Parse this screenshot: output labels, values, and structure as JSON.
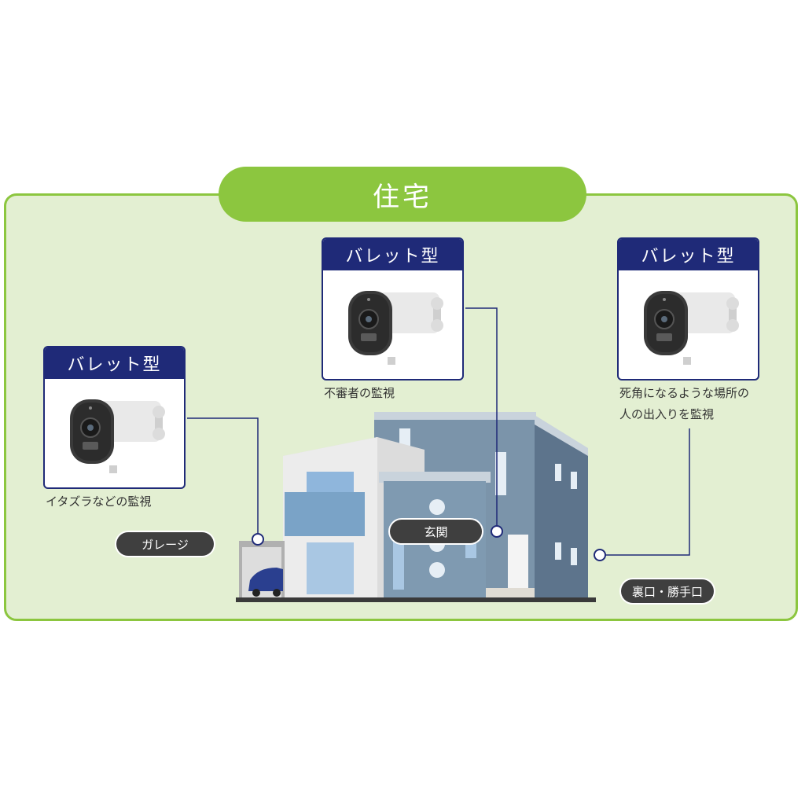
{
  "title": "住宅",
  "cameras": [
    {
      "type_label": "バレット型",
      "description": "イタズラなどの監視"
    },
    {
      "type_label": "バレット型",
      "description": "不審者の監視"
    },
    {
      "type_label": "バレット型",
      "description": "死角になるような場所の\n人の出入りを監視"
    }
  ],
  "locations": {
    "garage": "ガレージ",
    "entrance": "玄関",
    "back_door": "裏口・勝手口"
  },
  "colors": {
    "accent_green": "#8cc63f",
    "panel_bg": "#e3efd2",
    "label_navy": "#1f2a78",
    "location_pill": "#3f3f3f"
  }
}
